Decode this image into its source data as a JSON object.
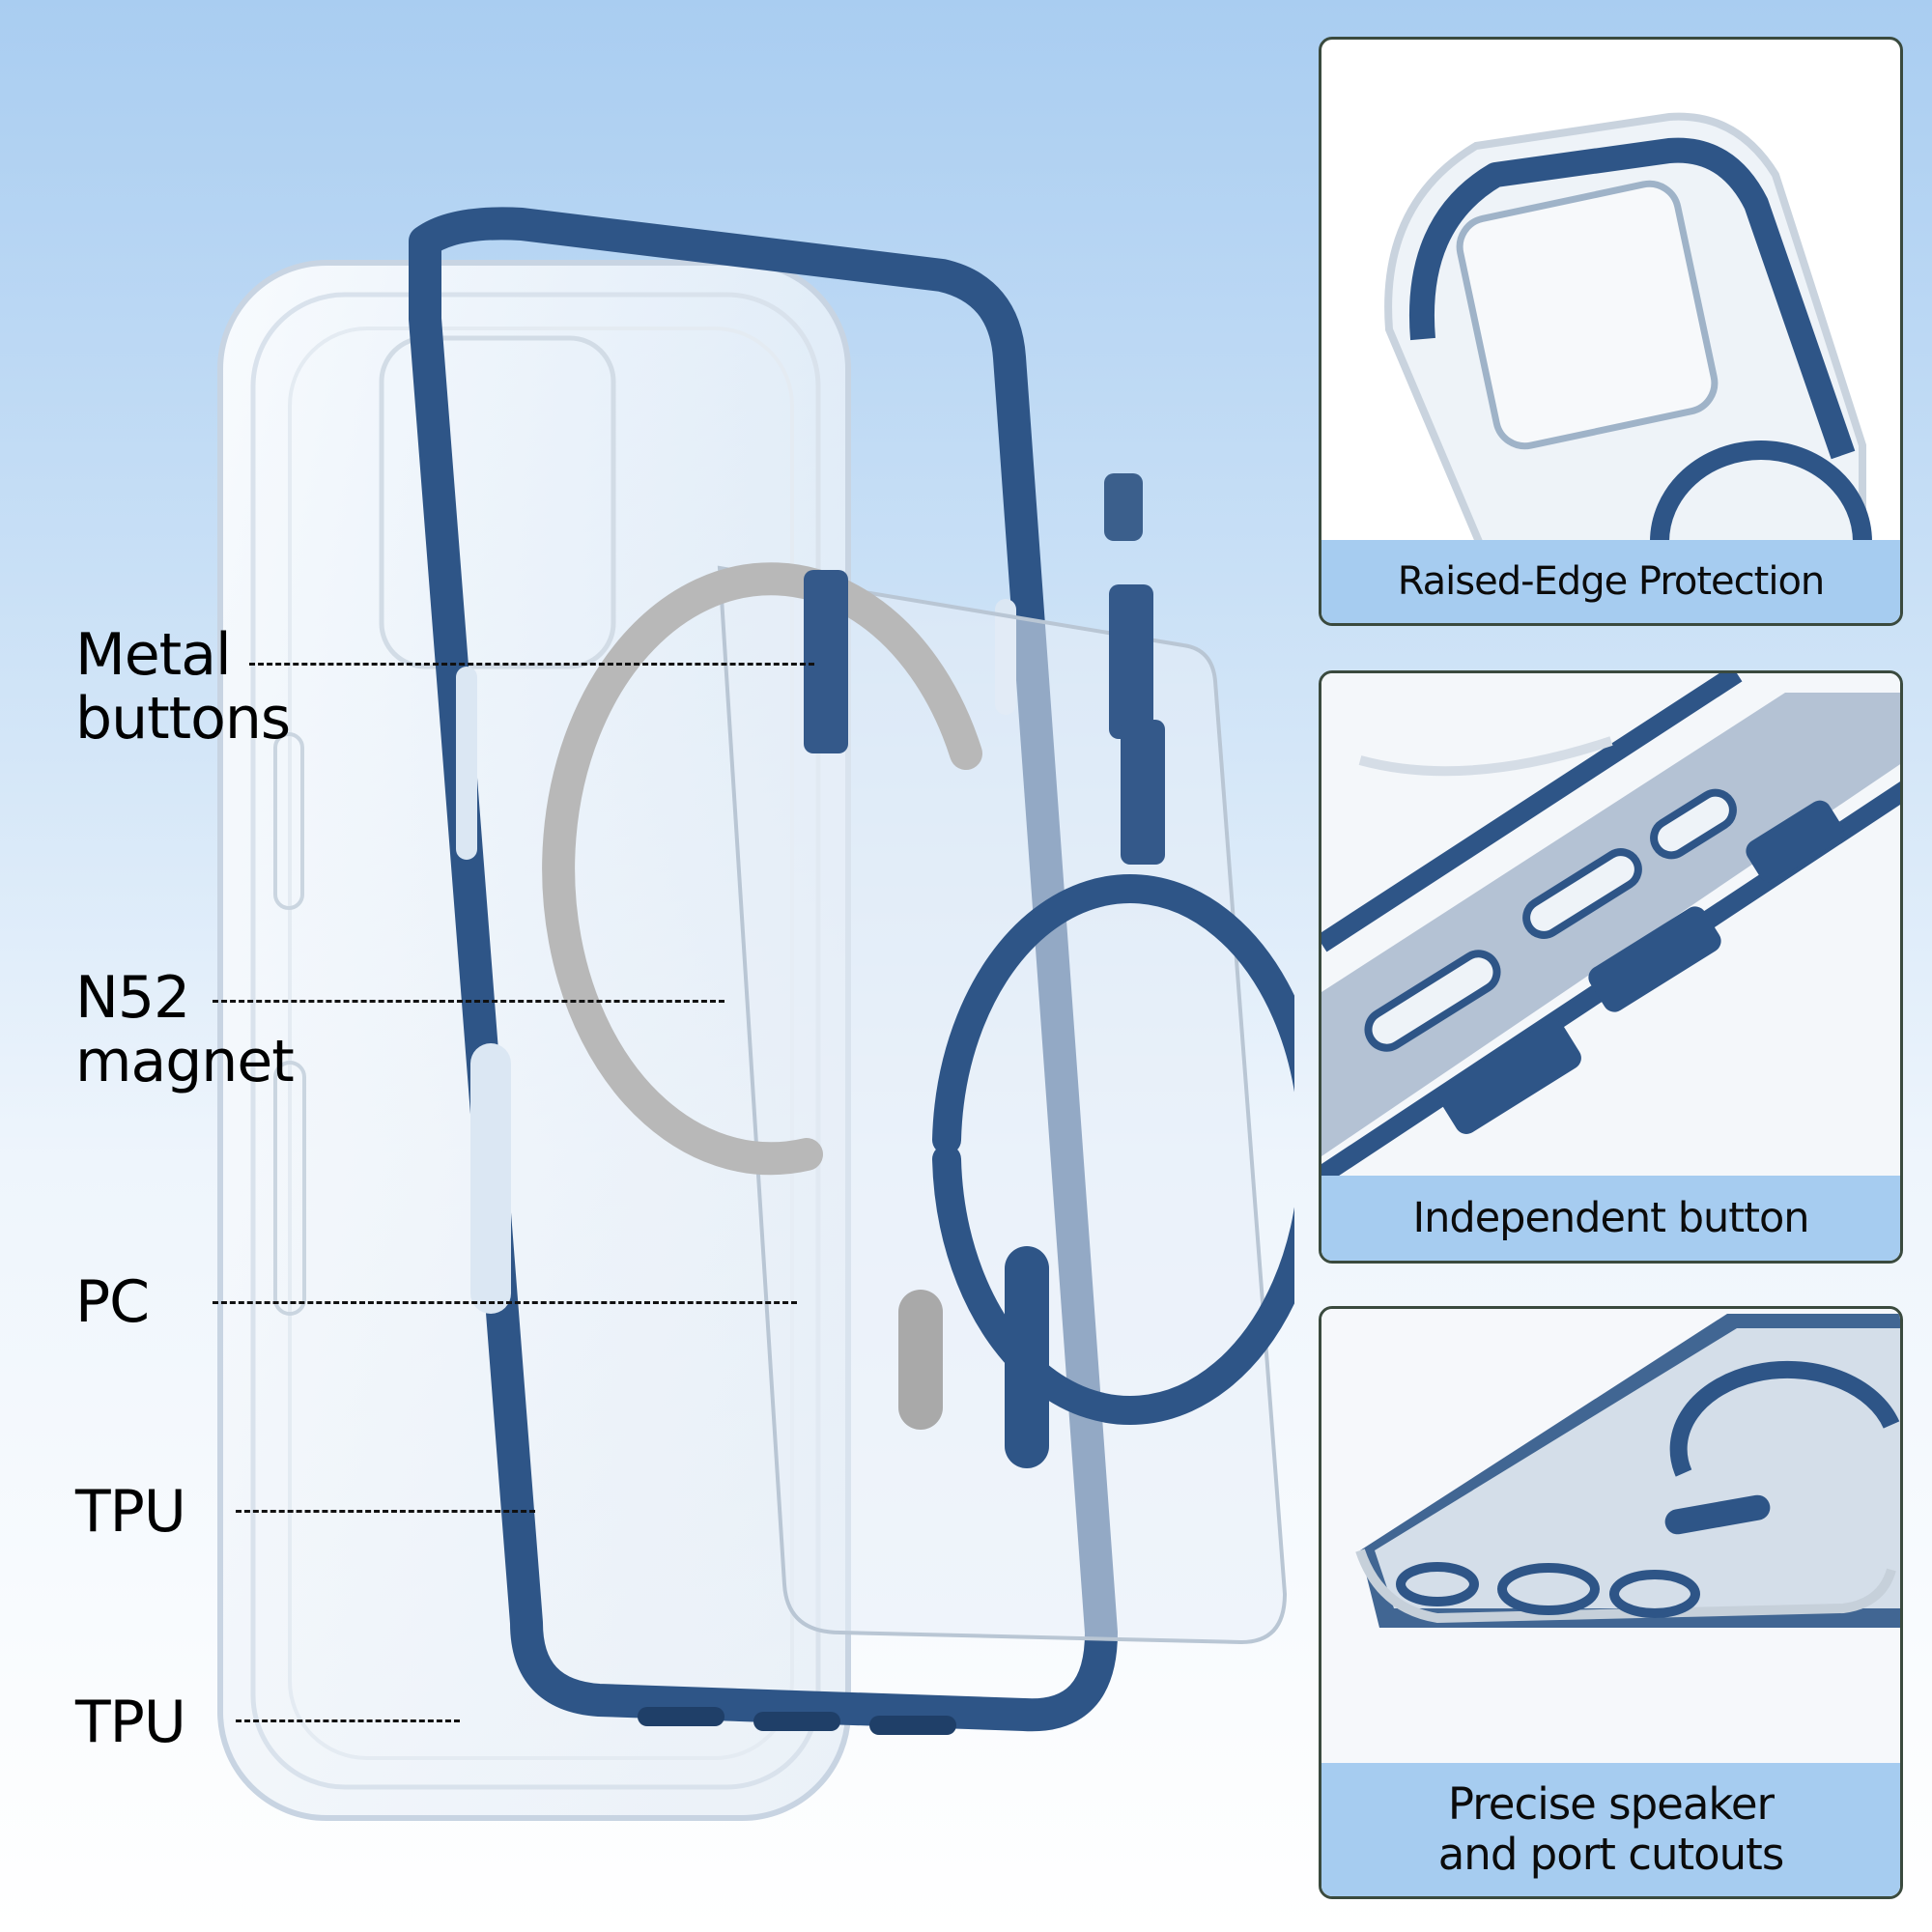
{
  "layer_labels": [
    {
      "line1": "Metal",
      "line2": "buttons"
    },
    {
      "line1": "N52",
      "line2": "magnet"
    },
    {
      "line1": "PC",
      "line2": ""
    },
    {
      "line1": "TPU",
      "line2": ""
    },
    {
      "line1": "TPU",
      "line2": ""
    }
  ],
  "feature_panels": [
    {
      "caption_line1": "Raised-Edge Protection",
      "caption_line2": ""
    },
    {
      "caption_line1": "Independent button",
      "caption_line2": ""
    },
    {
      "caption_line1": "Precise speaker",
      "caption_line2": "and port cutouts"
    }
  ],
  "colors": {
    "accent_blue": "#2e5587",
    "caption_bg": "#a6ccf0",
    "magnet_silver": "#b8b8b8"
  }
}
